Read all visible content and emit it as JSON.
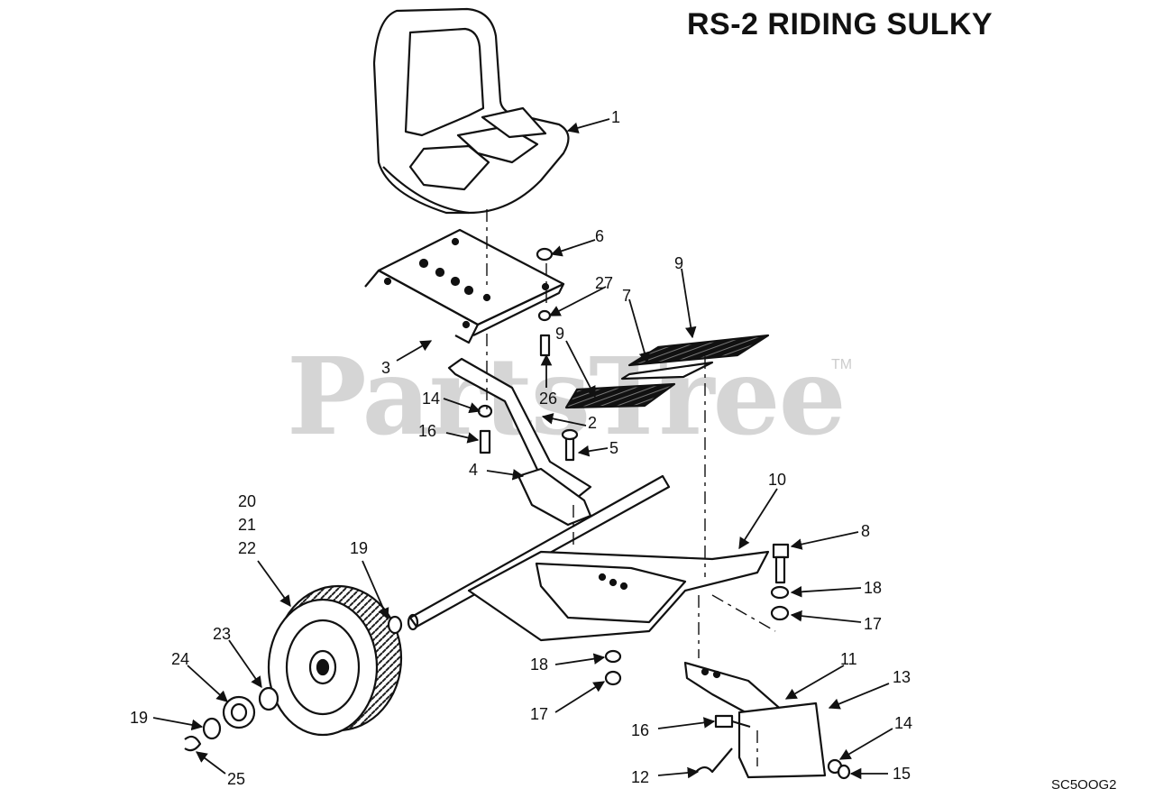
{
  "title": "RS-2 RIDING SULKY",
  "diagram_code": "SC5OOG2",
  "watermark": {
    "text": "PartsTree",
    "trademark": "TM"
  },
  "callouts": [
    {
      "id": "c1",
      "label": "1"
    },
    {
      "id": "c6",
      "label": "6"
    },
    {
      "id": "c9a",
      "label": "9"
    },
    {
      "id": "c27",
      "label": "27"
    },
    {
      "id": "c7",
      "label": "7"
    },
    {
      "id": "c9b",
      "label": "9"
    },
    {
      "id": "c3",
      "label": "3"
    },
    {
      "id": "c26",
      "label": "26"
    },
    {
      "id": "c14a",
      "label": "14"
    },
    {
      "id": "c2",
      "label": "2"
    },
    {
      "id": "c16a",
      "label": "16"
    },
    {
      "id": "c5",
      "label": "5"
    },
    {
      "id": "c4",
      "label": "4"
    },
    {
      "id": "c10",
      "label": "10"
    },
    {
      "id": "c20",
      "label": "20"
    },
    {
      "id": "c21",
      "label": "21"
    },
    {
      "id": "c22",
      "label": "22"
    },
    {
      "id": "c8",
      "label": "8"
    },
    {
      "id": "c19a",
      "label": "19"
    },
    {
      "id": "c18a",
      "label": "18"
    },
    {
      "id": "c17a",
      "label": "17"
    },
    {
      "id": "c23",
      "label": "23"
    },
    {
      "id": "c24",
      "label": "24"
    },
    {
      "id": "c18b",
      "label": "18"
    },
    {
      "id": "c11",
      "label": "11"
    },
    {
      "id": "c13",
      "label": "13"
    },
    {
      "id": "c17b",
      "label": "17"
    },
    {
      "id": "c19b",
      "label": "19"
    },
    {
      "id": "c16b",
      "label": "16"
    },
    {
      "id": "c14b",
      "label": "14"
    },
    {
      "id": "c25",
      "label": "25"
    },
    {
      "id": "c12",
      "label": "12"
    },
    {
      "id": "c15",
      "label": "15"
    }
  ]
}
